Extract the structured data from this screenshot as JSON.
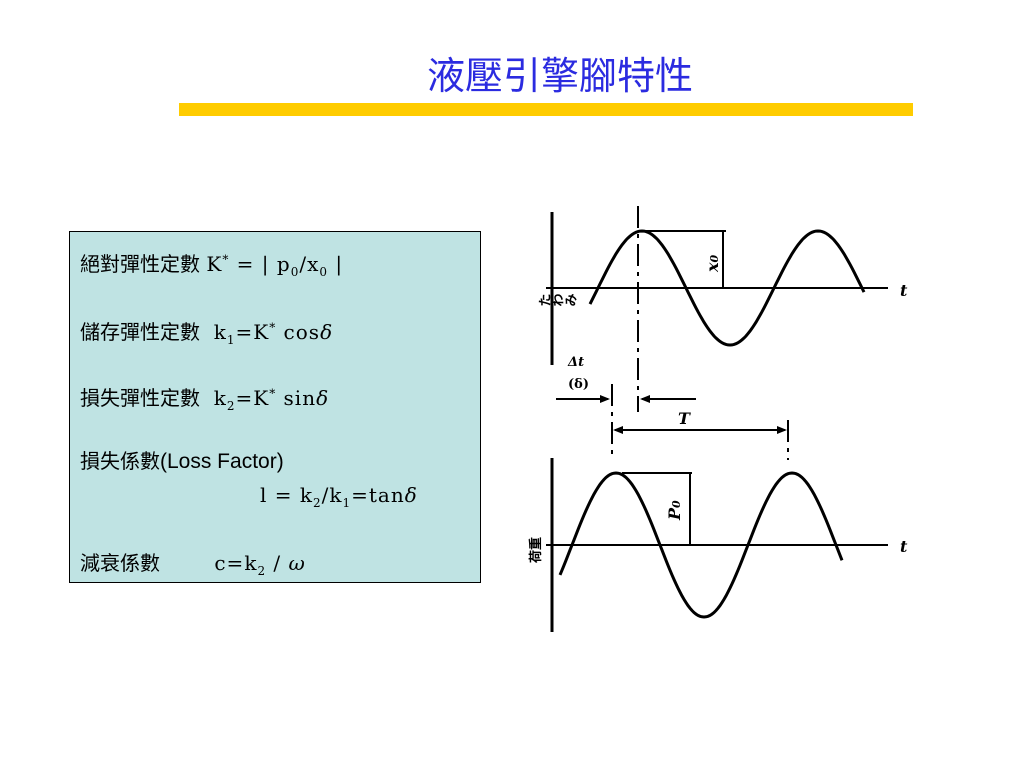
{
  "title": "液壓引擎腳特性",
  "formulas": {
    "absolute": {
      "label": "絕對彈性定數",
      "k": "K",
      "star": "*",
      "eq": " = | p",
      "sub0": "0",
      "slash": "/x",
      "sub1": "0",
      "end": " |"
    },
    "storage": {
      "label": "儲存彈性定數",
      "k": "k",
      "sub": "1",
      "eq": "=K",
      "star": "*",
      "fn": " cos",
      "greek": "δ"
    },
    "loss": {
      "label": "損失彈性定數",
      "k": "k",
      "sub": "2",
      "eq": "=K",
      "star": "*",
      "fn": " sin",
      "greek": "δ"
    },
    "loss_factor": {
      "label": "損失係數",
      "english": "(Loss Factor)",
      "lhs": "l = k",
      "sub2": "2",
      "mid": "/k",
      "sub1": "1",
      "fn": "=tan",
      "greek": "δ"
    },
    "damping": {
      "label": "減衰係數",
      "lhs": "c=k",
      "sub": "2",
      "div": " / ",
      "greek": "ω"
    }
  },
  "diagram": {
    "top_ylabel": "たわみ",
    "top_axis_label": "t",
    "amplitude_label": "x",
    "amplitude_sub": "0",
    "phase_label": "Δt",
    "phase_sub": "(δ)",
    "period_label": "T",
    "bottom_ylabel": "荷重",
    "bottom_axis_label": "t",
    "force_label": "P",
    "force_sub": "0"
  }
}
